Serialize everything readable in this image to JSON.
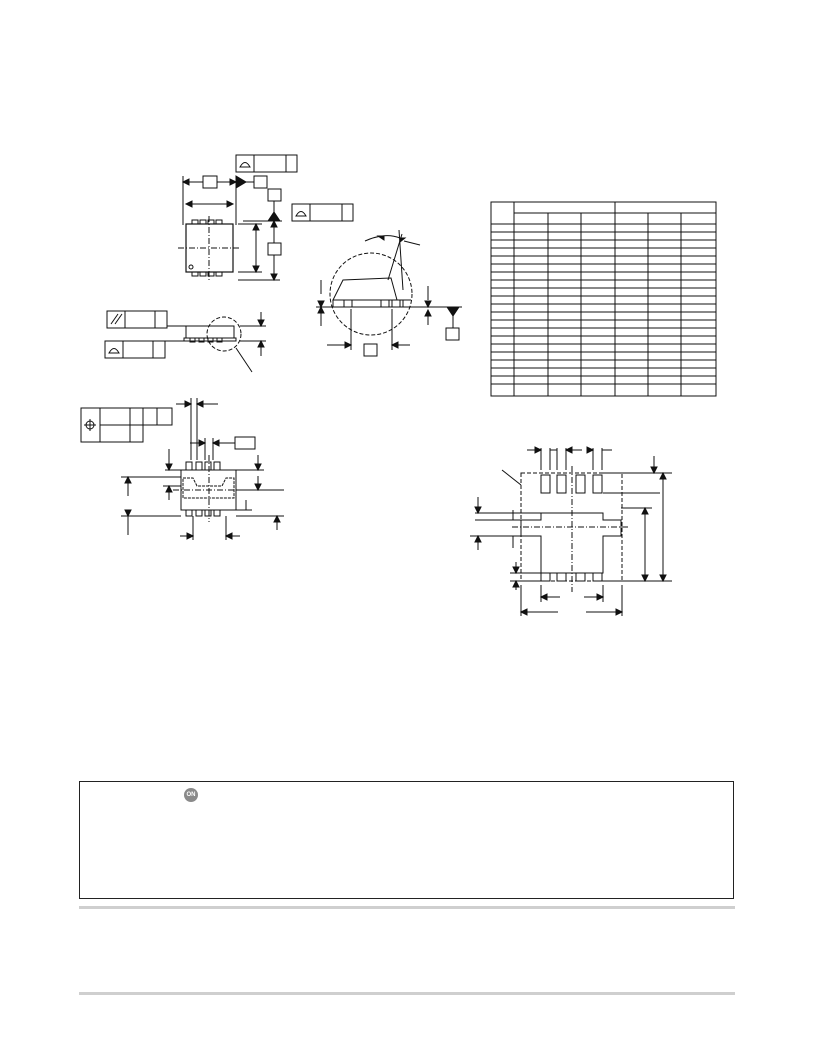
{
  "brand": {
    "logo_text": "ON",
    "logo_color": "#8a8a8a"
  },
  "colors": {
    "line": "#111111",
    "rule": "#cfcfcf"
  },
  "icons": {
    "flatness": "flatness-icon",
    "profile": "profile-of-surface-icon",
    "parallelism": "parallelism-icon",
    "position": "position-icon",
    "datum": "datum-triangle-icon"
  },
  "table": {
    "rows": 19,
    "column_groups": 2,
    "columns_per_group": 3
  }
}
